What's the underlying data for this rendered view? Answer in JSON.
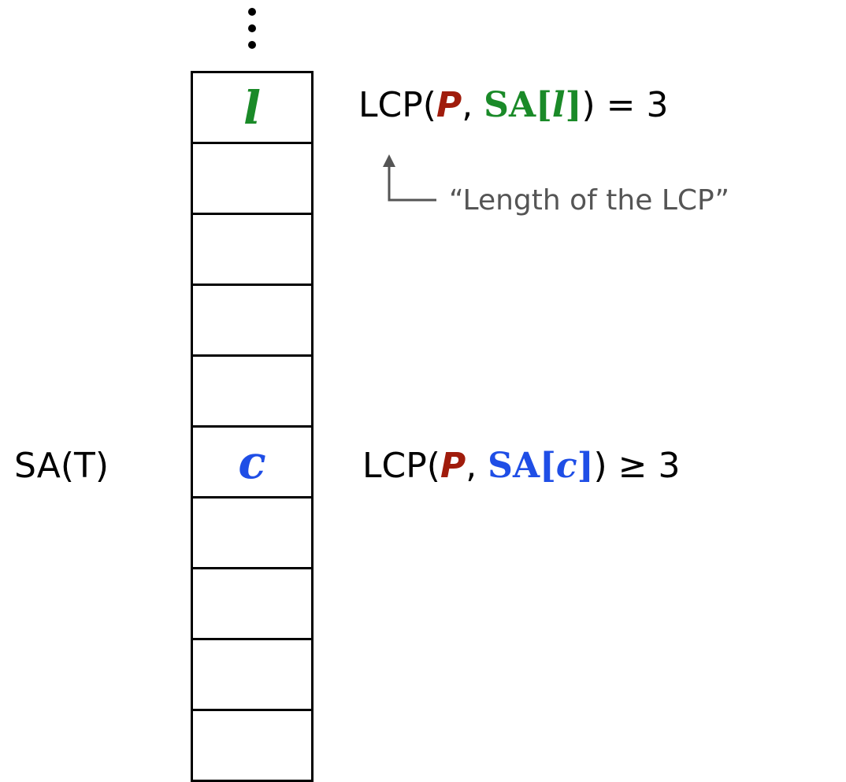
{
  "colors": {
    "p_var": "#a01c0c",
    "l_var": "#1a8a28",
    "c_var": "#1f4ee6",
    "annotation": "#555555",
    "stroke": "#000000"
  },
  "array": {
    "label": "SA(T)",
    "cells": [
      "l",
      "",
      "",
      "",
      "",
      "c",
      "",
      "",
      "",
      ""
    ]
  },
  "equations": {
    "top": {
      "func": "LCP(",
      "p": "P",
      "sep": ", ",
      "sa": "SA[",
      "idx": "l",
      "sa_close": "]",
      "close": ")",
      "rel": " = 3"
    },
    "bottom": {
      "func": "LCP(",
      "p": "P",
      "sep": ", ",
      "sa": "SA[",
      "idx": "c",
      "sa_close": "]",
      "close": ")",
      "rel": " ≥ 3"
    }
  },
  "annotation": {
    "text": "“Length of the LCP”",
    "icon": "bent-up-arrow-icon"
  }
}
